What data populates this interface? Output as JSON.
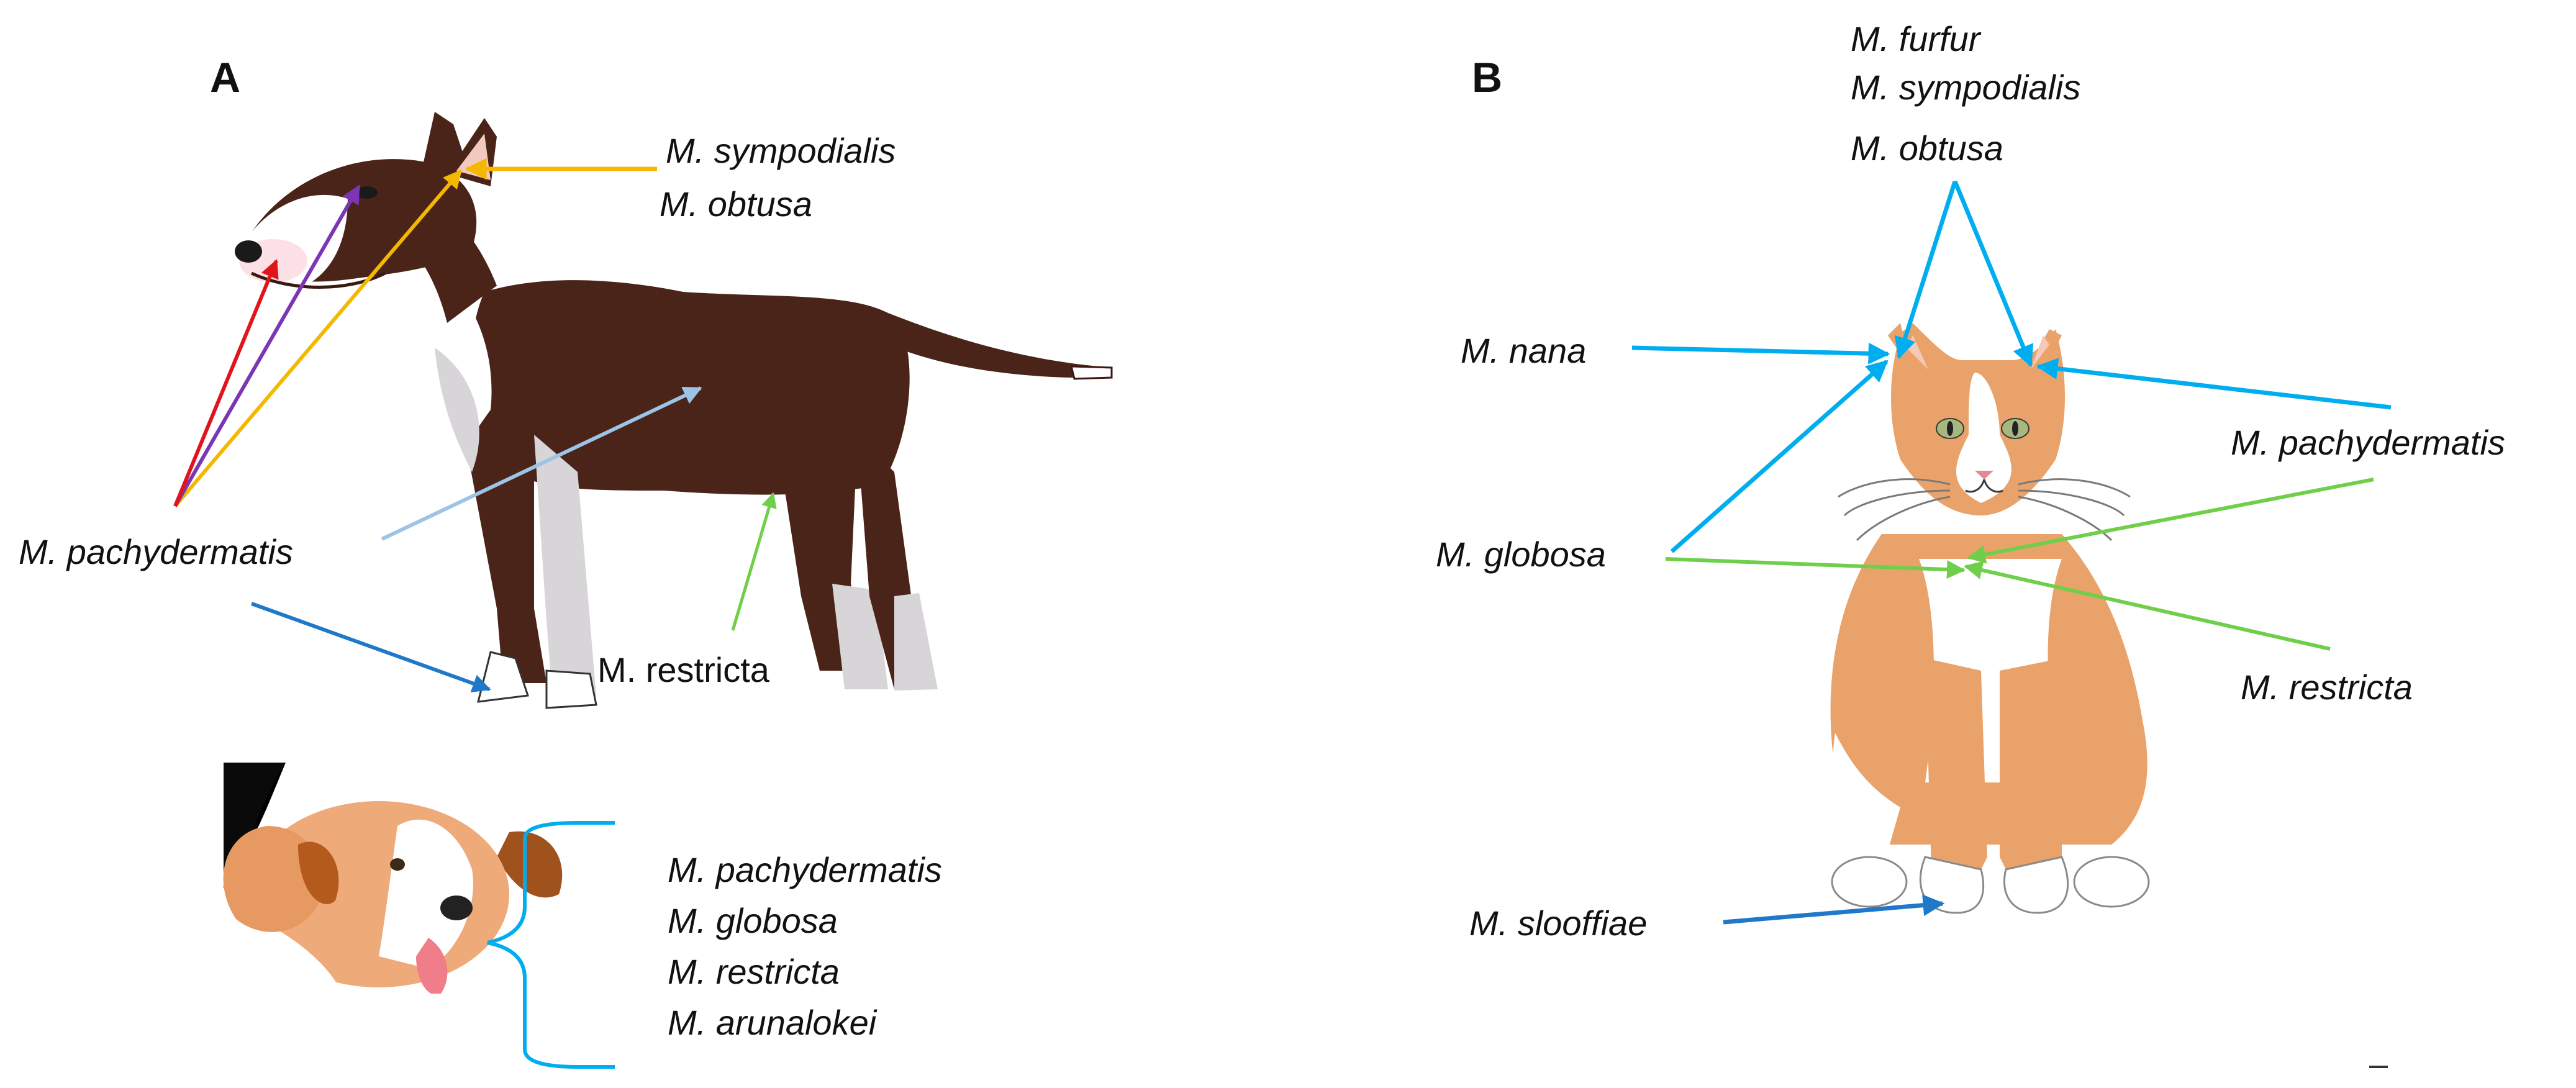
{
  "panels": {
    "a_letter": "A",
    "b_letter": "B"
  },
  "dog": {
    "ear_label_1": "M. sympodialis",
    "ear_label_2": "M. obtusa",
    "body_label": "M. pachydermatis",
    "restricta_label": "M. restricta",
    "mouth_labels": [
      "M. pachydermatis",
      "M. globosa",
      "M. restricta",
      "M. arunalokei"
    ]
  },
  "cat": {
    "top_labels": [
      "M. furfur",
      "M. sympodialis",
      "M. obtusa"
    ],
    "nana_label": "M. nana",
    "globosa_label": "M. globosa",
    "pachydermatis_label": "M. pachydermatis",
    "restricta_label": "M. restricta",
    "slooffiae_label": "M. slooffiae"
  },
  "colors": {
    "yellow_arrow": "#f5b800",
    "purple_arrow": "#7b35b5",
    "red_arrow": "#e1141c",
    "light_blue_arrow": "#9dc3e6",
    "blue_arrow": "#1f78c8",
    "green_arrow": "#6fcf4a",
    "cyan_arrow": "#00aeef",
    "dog_brown": "#4a2418",
    "cat_orange": "#e9a36a"
  }
}
